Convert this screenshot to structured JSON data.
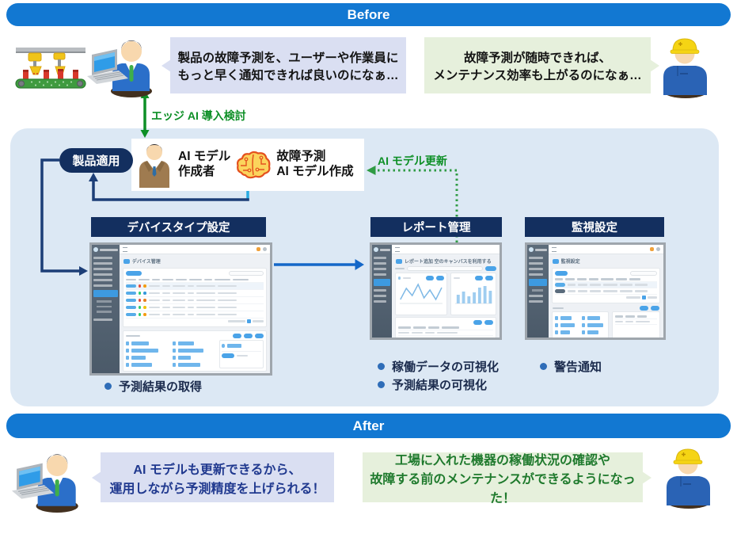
{
  "banners": {
    "before": "Before",
    "after": "After"
  },
  "before": {
    "bubble_user": "製品の故障予測を、ユーザーや作業員に\nもっと早く通知できれば良いのになぁ…",
    "bubble_worker": "故障予測が随時できれば、\nメンテナンス効率も上がるのになぁ…"
  },
  "flow": {
    "edge_ai_label": "エッジ AI 導入検討",
    "product_apply": "製品適用",
    "creator_role": "AI モデル\n作成者",
    "creation_label": "故障予測\nAI モデル作成",
    "model_update_label": "AI モデル更新",
    "panels": [
      {
        "title": "デバイスタイプ設定",
        "thumb_title": "デバイス管理",
        "bullets": [
          "予測結果の取得"
        ]
      },
      {
        "title": "レポート管理",
        "thumb_title": "レポート追加 空のキャンバスを利用する",
        "bullets": [
          "稼働データの可視化",
          "予測結果の可視化"
        ]
      },
      {
        "title": "監視設定",
        "thumb_title": "監視設定",
        "bullets": [
          "警告通知"
        ]
      }
    ]
  },
  "after": {
    "bubble_user": "AI モデルも更新できるから、\n運用しながら予測精度を上げられる！",
    "bubble_worker": "工場に入れた機器の稼働状況の確認や\n故障する前のメンテナンスができるようになった！"
  },
  "colors": {
    "banner_blue": "#1278d2",
    "navy": "#132f5f",
    "green": "#0d8f26",
    "dotted_green": "#2f9b44",
    "light_container": "#dce8f4",
    "bubble_lavender": "#dadff2",
    "bubble_green": "#e6f0dc",
    "after_text_blue": "#20398f",
    "after_text_green": "#1f7a2d",
    "accent_cyan": "#29abe2",
    "link_blue": "#1467c8",
    "bullet_dot": "#2f6db8"
  }
}
